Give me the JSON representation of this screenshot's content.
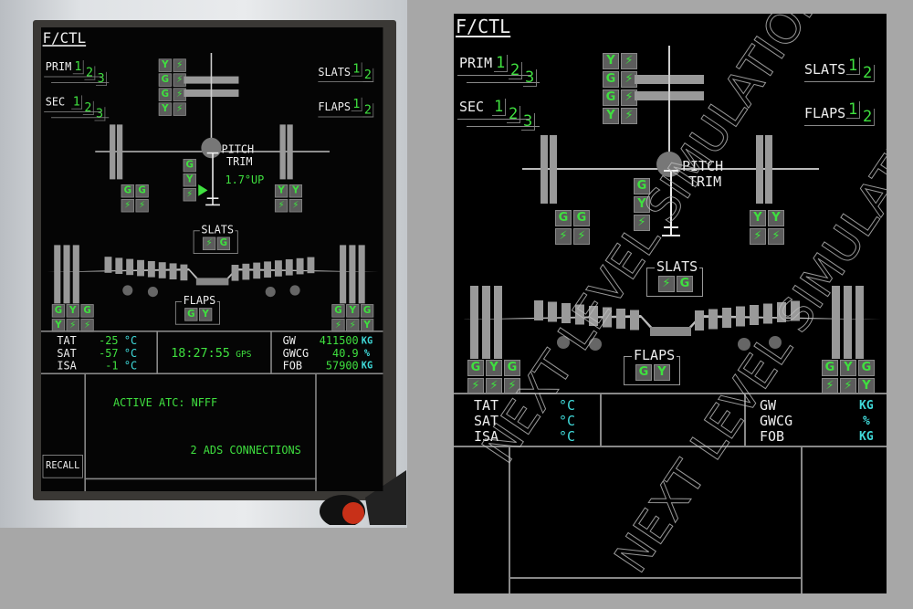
{
  "photo_display": {
    "title": "F/CTL",
    "prim": {
      "label": "PRIM",
      "n": [
        "1",
        "2",
        "3"
      ]
    },
    "sec": {
      "label": "SEC",
      "n": [
        "1",
        "2",
        "3"
      ]
    },
    "slats_sys": {
      "label": "SLATS",
      "n": [
        "1",
        "2"
      ]
    },
    "flaps_sys": {
      "label": "FLAPS",
      "n": [
        "1",
        "2"
      ]
    },
    "rudder_hyd": [
      "Y",
      "⚡",
      "G",
      "⚡",
      "G",
      "⚡",
      "Y",
      "⚡"
    ],
    "pitch_trim": {
      "label1": "PITCH",
      "label2": "TRIM",
      "value": "1.7°UP"
    },
    "elev_left_hyd": [
      "G",
      "G",
      "⚡",
      "⚡"
    ],
    "trim_hyd": [
      "G",
      "Y",
      "⚡"
    ],
    "elev_right_hyd": [
      "Y",
      "Y",
      "⚡",
      "⚡"
    ],
    "slats": {
      "label": "SLATS",
      "hyd": [
        "⚡",
        "G"
      ]
    },
    "flaps": {
      "label": "FLAPS",
      "hyd": [
        "G",
        "Y"
      ]
    },
    "ail_left_hyd": [
      "G",
      "Y",
      "G",
      "Y",
      "⚡",
      "⚡"
    ],
    "ail_right_hyd": [
      "G",
      "Y",
      "G",
      "⚡",
      "⚡",
      "Y"
    ],
    "temps": [
      {
        "label": "TAT",
        "value": "-25",
        "unit": "°C"
      },
      {
        "label": "SAT",
        "value": "-57",
        "unit": "°C"
      },
      {
        "label": "ISA",
        "value": "-1",
        "unit": "°C"
      }
    ],
    "clock": {
      "value": "18:27:55",
      "unit": "GPS"
    },
    "weights": [
      {
        "label": "GW",
        "value": "411500",
        "unit": "KG"
      },
      {
        "label": "GWCG",
        "value": "40.9",
        "unit": "%"
      },
      {
        "label": "FOB",
        "value": "57900",
        "unit": "KG"
      }
    ],
    "datalink": {
      "active_atc": "ACTIVE ATC: NFFF",
      "ads": "2 ADS CONNECTIONS",
      "recall": "RECALL"
    }
  },
  "sim_display": {
    "title": "F/CTL",
    "prim": {
      "label": "PRIM",
      "n": [
        "1",
        "2",
        "3"
      ]
    },
    "sec": {
      "label": "SEC",
      "n": [
        "1",
        "2",
        "3"
      ]
    },
    "slats_sys": {
      "label": "SLATS",
      "n": [
        "1",
        "2"
      ]
    },
    "flaps_sys": {
      "label": "FLAPS",
      "n": [
        "1",
        "2"
      ]
    },
    "rudder_hyd": [
      "Y",
      "⚡",
      "G",
      "⚡",
      "G",
      "⚡",
      "Y",
      "⚡"
    ],
    "pitch_trim": {
      "label1": "PITCH",
      "label2": "TRIM"
    },
    "elev_left_hyd": [
      "G",
      "G",
      "⚡",
      "⚡"
    ],
    "trim_hyd": [
      "G",
      "Y",
      "⚡"
    ],
    "elev_right_hyd": [
      "Y",
      "Y",
      "⚡",
      "⚡"
    ],
    "slats": {
      "label": "SLATS",
      "hyd": [
        "⚡",
        "G"
      ]
    },
    "flaps": {
      "label": "FLAPS",
      "hyd": [
        "G",
        "Y"
      ]
    },
    "ail_left_hyd": [
      "G",
      "Y",
      "G",
      "⚡",
      "⚡",
      "⚡"
    ],
    "ail_right_hyd": [
      "G",
      "Y",
      "G",
      "⚡",
      "⚡",
      "Y"
    ],
    "temps": [
      {
        "label": "TAT",
        "unit": "°C"
      },
      {
        "label": "SAT",
        "unit": "°C"
      },
      {
        "label": "ISA",
        "unit": "°C"
      }
    ],
    "weights": [
      {
        "label": "GW",
        "unit": "KG"
      },
      {
        "label": "GWCG",
        "unit": "%"
      },
      {
        "label": "FOB",
        "unit": "KG"
      }
    ],
    "watermark": "NEXT LEVEL SIMULATIONS"
  }
}
